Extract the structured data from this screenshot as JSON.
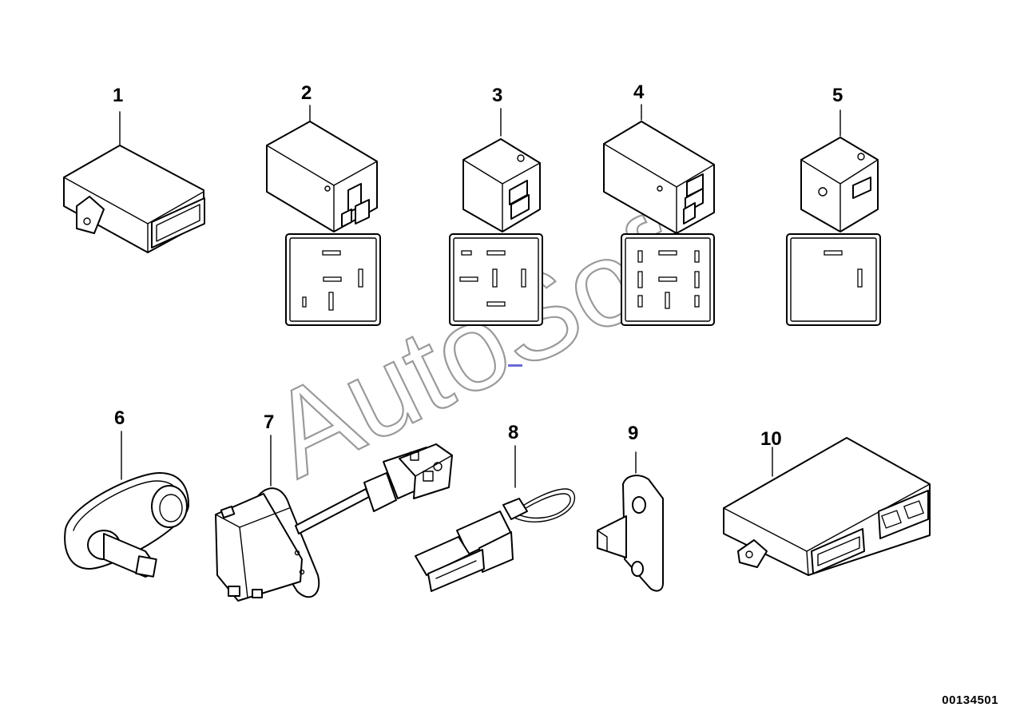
{
  "callouts": [
    {
      "id": 1,
      "label": "1"
    },
    {
      "id": 2,
      "label": "2"
    },
    {
      "id": 3,
      "label": "3"
    },
    {
      "id": 4,
      "label": "4"
    },
    {
      "id": 5,
      "label": "5"
    },
    {
      "id": 6,
      "label": "6"
    },
    {
      "id": 7,
      "label": "7"
    },
    {
      "id": 8,
      "label": "8"
    },
    {
      "id": 9,
      "label": "9"
    },
    {
      "id": 10,
      "label": "10"
    }
  ],
  "watermark": "AutoSoft",
  "document_number": "00134501",
  "colors": {
    "line": "#000000",
    "background": "#ffffff",
    "watermark": "#9a9a9a"
  }
}
